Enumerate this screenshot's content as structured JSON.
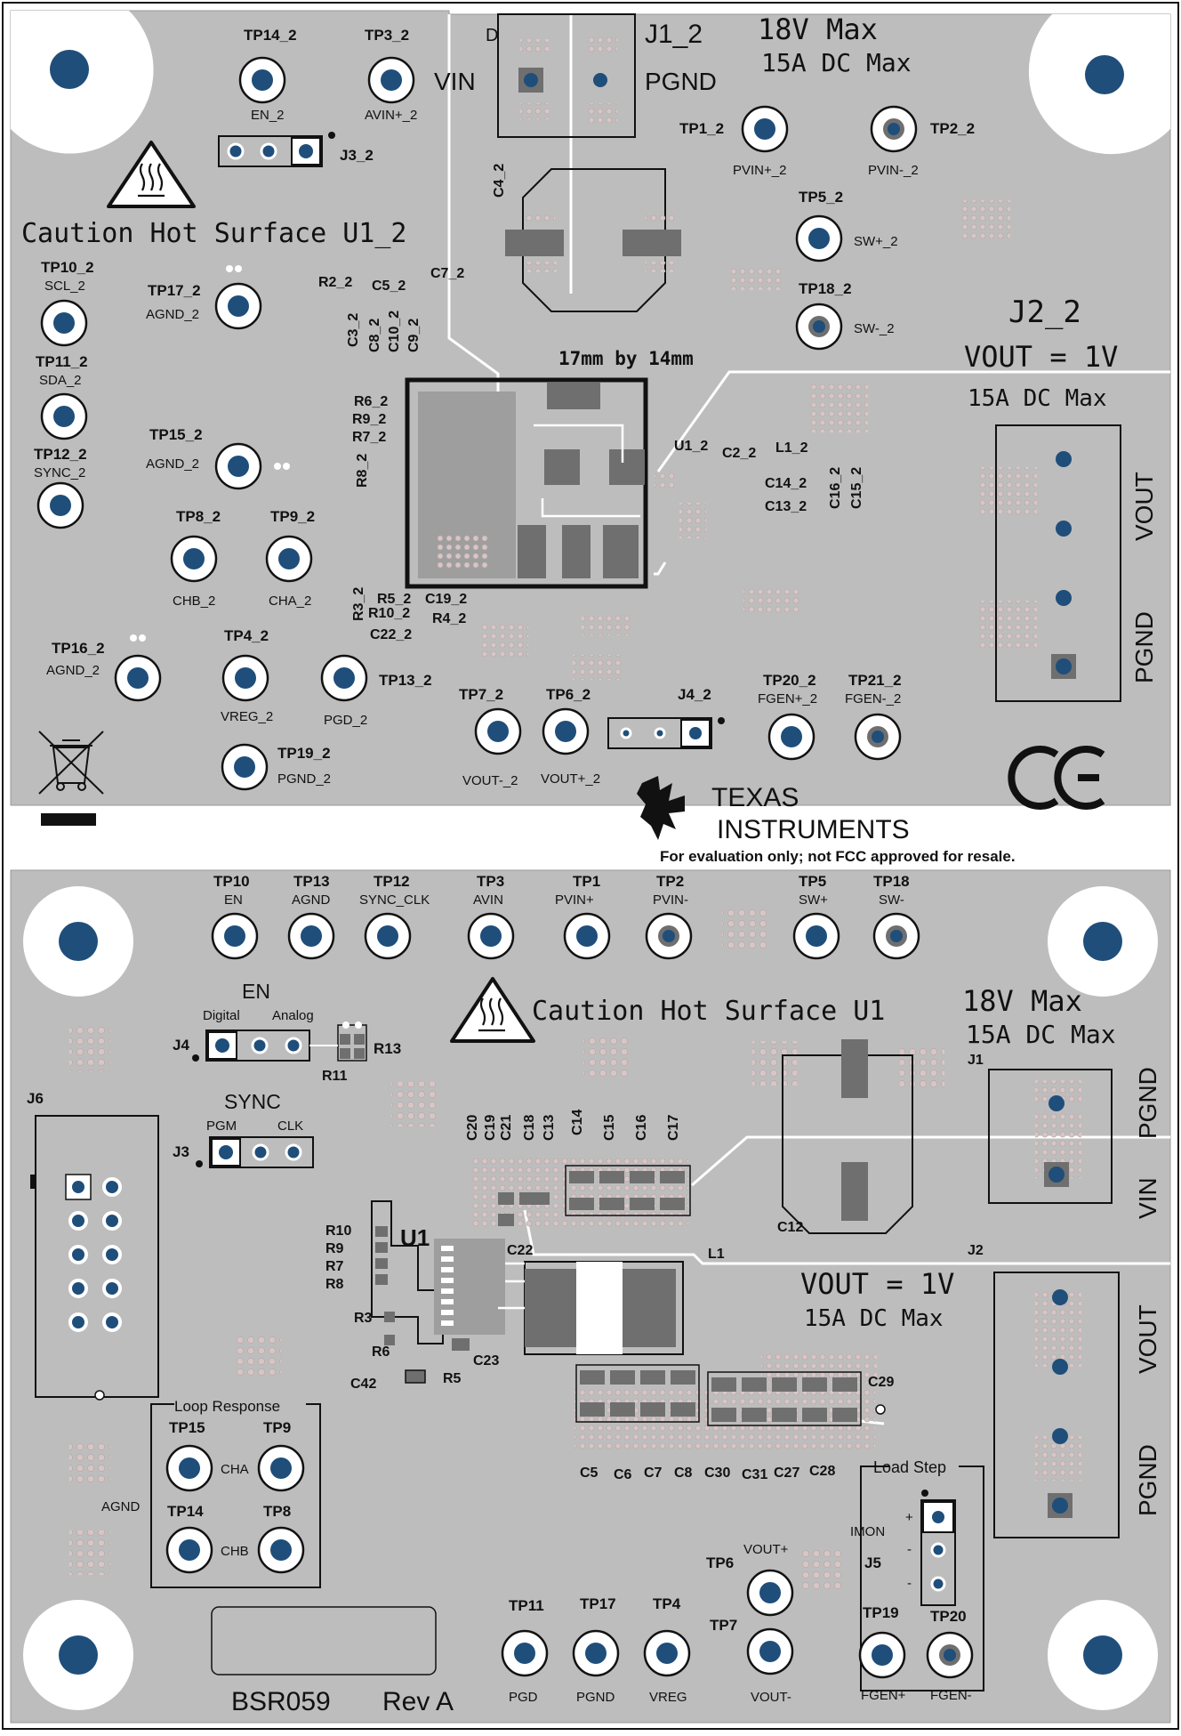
{
  "colors": {
    "board": "#bdbdbd",
    "mask_dark": "#2e2e2e",
    "pad_gray": "#6f6f6f",
    "via": "#d9c7c7",
    "hole": "#1f4e7a",
    "silk": "#111111",
    "white": "#ffffff"
  },
  "top_board": {
    "caution": "Caution Hot Surface U1_2",
    "ic_size": "17mm by 14mm",
    "j1": {
      "ref": "J1_2",
      "vin": "VIN",
      "pgnd": "PGND",
      "d": "D"
    },
    "rating1": "18V Max",
    "rating2": "15A DC Max",
    "j2": {
      "ref": "J2_2",
      "vout": "VOUT = 1V",
      "rating": "15A DC Max",
      "pin1": "VOUT",
      "pin2": "PGND"
    },
    "j3": "J3_2",
    "j4": "J4_2",
    "tps": [
      {
        "id": "tp14",
        "name": "TP14_2",
        "label": "EN_2"
      },
      {
        "id": "tp3",
        "name": "TP3_2",
        "label": "AVIN+_2"
      },
      {
        "id": "tp1",
        "name": "TP1_2",
        "label": "PVIN+_2"
      },
      {
        "id": "tp2",
        "name": "TP2_2",
        "label": "PVIN-_2"
      },
      {
        "id": "tp5",
        "name": "TP5_2",
        "label": "SW+_2"
      },
      {
        "id": "tp18",
        "name": "TP18_2",
        "label": "SW-_2"
      },
      {
        "id": "tp10",
        "name": "TP10_2",
        "label": "SCL_2"
      },
      {
        "id": "tp11",
        "name": "TP11_2",
        "label": "SDA_2"
      },
      {
        "id": "tp12",
        "name": "TP12_2",
        "label": "SYNC_2"
      },
      {
        "id": "tp17",
        "name": "TP17_2",
        "label": "AGND_2"
      },
      {
        "id": "tp15",
        "name": "TP15_2",
        "label": "AGND_2"
      },
      {
        "id": "tp8",
        "name": "TP8_2",
        "label": "CHB_2"
      },
      {
        "id": "tp9",
        "name": "TP9_2",
        "label": "CHA_2"
      },
      {
        "id": "tp16",
        "name": "TP16_2",
        "label": "AGND_2"
      },
      {
        "id": "tp4",
        "name": "TP4_2",
        "label": "VREG_2"
      },
      {
        "id": "tp13",
        "name": "TP13_2",
        "label": "PGD_2"
      },
      {
        "id": "tp19",
        "name": "TP19_2",
        "label": "PGND_2"
      },
      {
        "id": "tp7",
        "name": "TP7_2",
        "label": "VOUT-_2"
      },
      {
        "id": "tp6",
        "name": "TP6_2",
        "label": "VOUT+_2"
      },
      {
        "id": "tp20",
        "name": "TP20_2",
        "label": "FGEN+_2"
      },
      {
        "id": "tp21",
        "name": "TP21_2",
        "label": "FGEN-_2"
      }
    ],
    "refdes": {
      "c4": "C4_2",
      "c7": "C7_2",
      "r2": "R2_2",
      "c5": "C5_2",
      "c3": "C3_2",
      "c8": "C8_2",
      "c10": "C10_2",
      "c9": "C9_2",
      "r6": "R6_2",
      "r9": "R9_2",
      "r7": "R7_2",
      "r8": "R8_2",
      "u1": "U1_2",
      "c2": "C2_2",
      "l1": "L1_2",
      "c14": "C14_2",
      "c13": "C13_2",
      "c16": "C16_2",
      "c15": "C15_2",
      "r3": "R3_2",
      "r5": "R5_2",
      "c19": "C19_2",
      "r10": "R10_2",
      "r4": "R4_2",
      "c22": "C22_2"
    }
  },
  "logo": {
    "brand1": "Texas",
    "brand2": "Instruments",
    "notice": "For evaluation only; not FCC approved for resale.",
    "ce": "CE"
  },
  "bottom_board": {
    "tps": [
      {
        "id": "tp10",
        "name": "TP10",
        "label": "EN"
      },
      {
        "id": "tp13",
        "name": "TP13",
        "label": "AGND"
      },
      {
        "id": "tp12",
        "name": "TP12",
        "label": "SYNC_CLK"
      },
      {
        "id": "tp3",
        "name": "TP3",
        "label": "AVIN"
      },
      {
        "id": "tp1",
        "name": "TP1",
        "label": "PVIN+"
      },
      {
        "id": "tp2",
        "name": "TP2",
        "label": "PVIN-"
      },
      {
        "id": "tp5",
        "name": "TP5",
        "label": "SW+"
      },
      {
        "id": "tp18",
        "name": "TP18",
        "label": "SW-"
      },
      {
        "id": "tp11",
        "name": "TP11",
        "label": "PGD"
      },
      {
        "id": "tp17",
        "name": "TP17",
        "label": "PGND"
      },
      {
        "id": "tp4",
        "name": "TP4",
        "label": "VREG"
      },
      {
        "id": "tp6",
        "name": "TP6",
        "label": "VOUT+"
      },
      {
        "id": "tp7",
        "name": "TP7",
        "label": "VOUT-"
      },
      {
        "id": "tp19",
        "name": "TP19",
        "label": "FGEN+"
      },
      {
        "id": "tp20",
        "name": "TP20",
        "label": "FGEN-"
      },
      {
        "id": "tp15",
        "name": "TP15",
        "label": "CHA"
      },
      {
        "id": "tp9",
        "name": "TP9",
        "label": ""
      },
      {
        "id": "tp14",
        "name": "TP14",
        "label": "CHB"
      },
      {
        "id": "tp8",
        "name": "TP8",
        "label": ""
      }
    ],
    "en": {
      "title": "EN",
      "digital": "Digital",
      "analog": "Analog",
      "j4": "J4",
      "r13": "R13",
      "r11": "R11"
    },
    "sync": {
      "title": "SYNC",
      "pgm": "PGM",
      "clk": "CLK",
      "j3": "J3"
    },
    "j6": "J6",
    "caution": "Caution Hot Surface U1",
    "rating1": "18V Max",
    "rating2": "15A DC Max",
    "j1": {
      "ref": "J1",
      "pin1": "PGND",
      "pin2": "VIN"
    },
    "j2": {
      "ref": "J2",
      "pin1": "VOUT",
      "pin2": "PGND"
    },
    "vout": "VOUT = 1V",
    "vout_rating": "15A DC Max",
    "loop_response": "Loop Response",
    "agnd": "AGND",
    "load_step": "Load Step",
    "imon": "IMON",
    "j5": "J5",
    "j5_pins": [
      "+",
      "-",
      "-"
    ],
    "board_name": "BSR059",
    "rev": "Rev A",
    "refdes": {
      "c20": "C20",
      "c19": "C19",
      "c21": "C21",
      "c18": "C18",
      "c13": "C13",
      "c14": "C14",
      "c15": "C15",
      "c16": "C16",
      "c17": "C17",
      "c12": "C12",
      "l1": "L1",
      "u1": "U1",
      "c22": "C22",
      "r10": "R10",
      "r9": "R9",
      "r7": "R7",
      "r8": "R8",
      "r3": "R3",
      "r6": "R6",
      "r5": "R5",
      "c23": "C23",
      "c42": "C42",
      "c29": "C29",
      "c5": "C5",
      "c6": "C6",
      "c7": "C7",
      "c8": "C8",
      "c30": "C30",
      "c31": "C31",
      "c27": "C27",
      "c28": "C28"
    }
  }
}
